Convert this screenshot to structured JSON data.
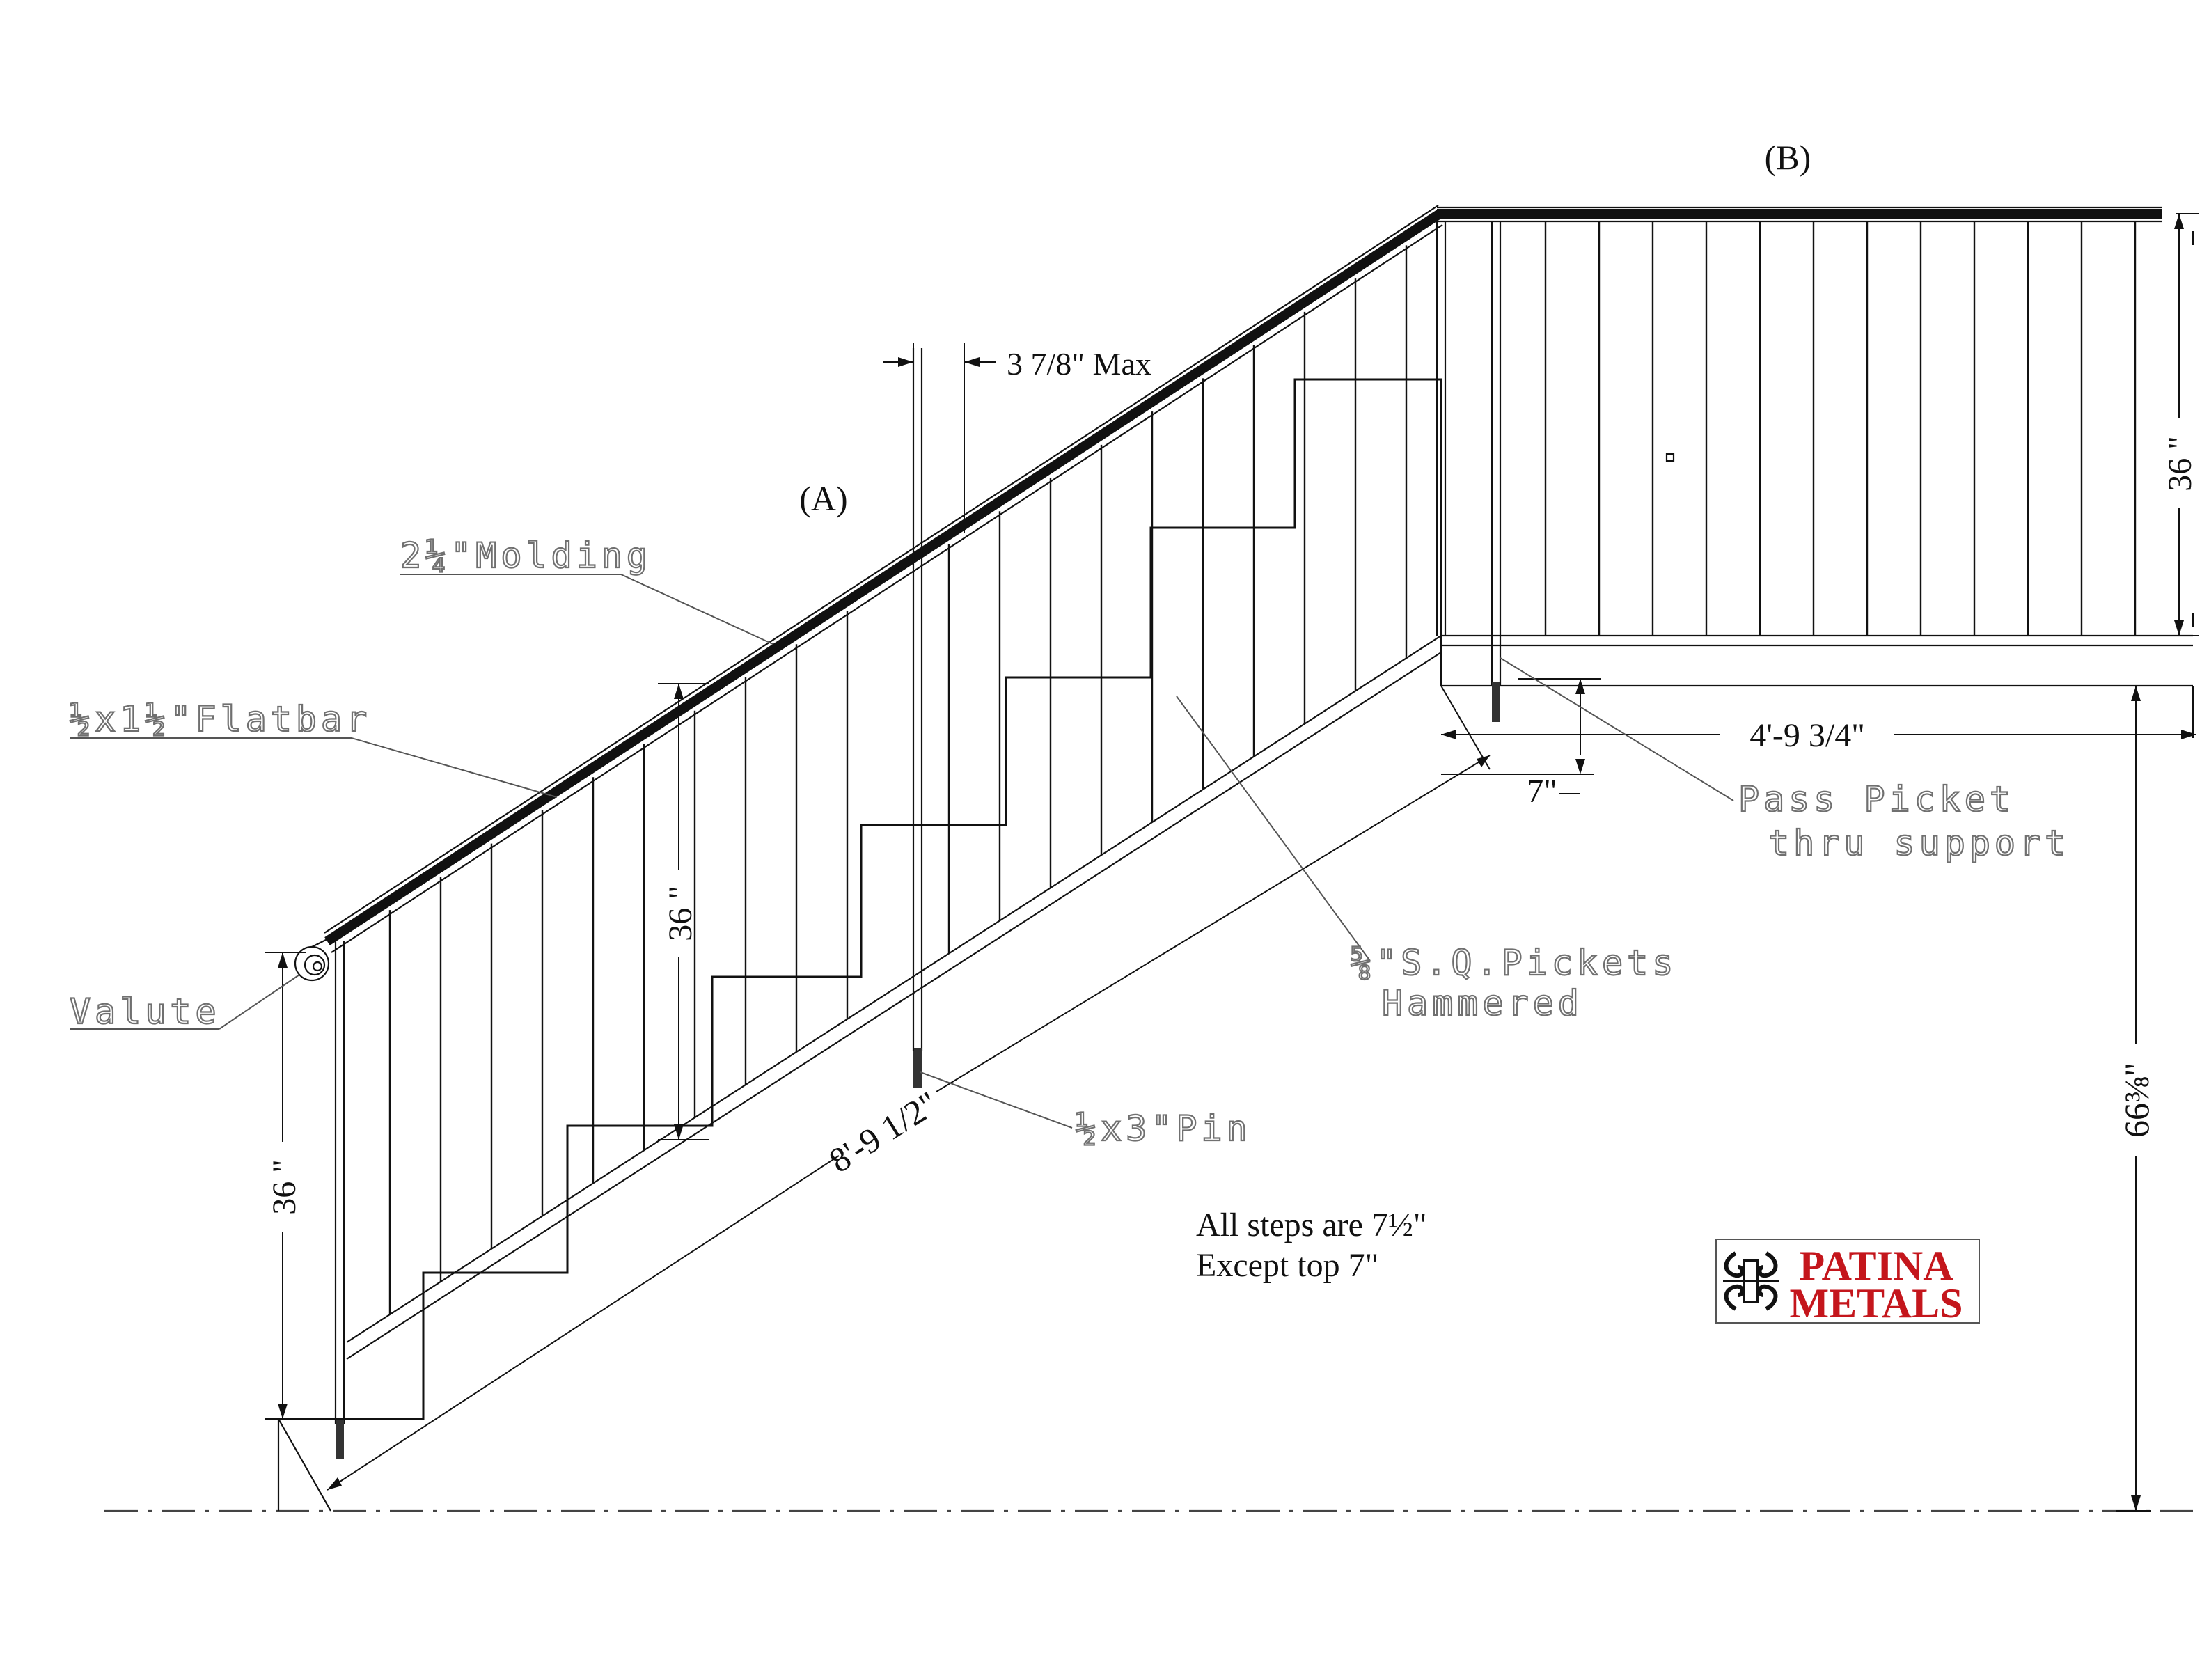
{
  "section_labels": {
    "a": "(A)",
    "b": "(B)"
  },
  "callouts": {
    "molding": "2¼\"Molding",
    "flatbar": "½x1½\"Flatbar",
    "valute": "Valute",
    "pickets_line1": "⅝\"S.Q.Pickets",
    "pickets_line2": "Hammered",
    "pin": "½x3\"Pin",
    "pass_line1": "Pass Picket",
    "pass_line2": "thru support"
  },
  "dimensions": {
    "spacing": "3 7/8\" Max",
    "height_left": "36 \"",
    "height_mid": "36 \"",
    "height_right": "36 \"",
    "diagonal": "8'-9 1/2\"",
    "landing": "4'-9 3/4\"",
    "top_step": "7\"",
    "total_height": "66⅜\""
  },
  "notes": {
    "line1": "All steps are  7½\"",
    "line2": "Except top 7\""
  },
  "logo": {
    "line1": "PATINA",
    "line2": "METALS",
    "color": "#c4161c"
  }
}
